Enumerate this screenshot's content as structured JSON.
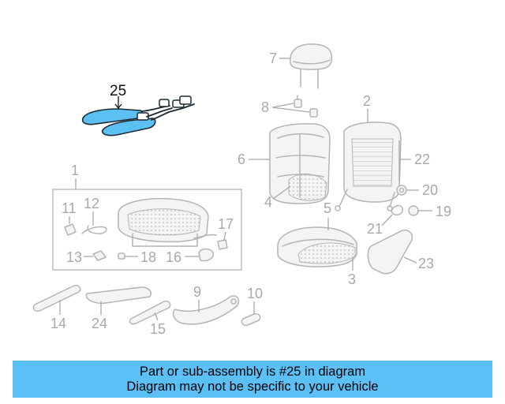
{
  "colors": {
    "highlight": "#5cc0f2",
    "banner_background": "#5ac0f6",
    "part_outline": "#b4b4b4",
    "label_gray": "#a9a9a9"
  },
  "diagram": {
    "highlighted_part": "25",
    "labels": {
      "p1": "1",
      "p2": "2",
      "p3": "3",
      "p4": "4",
      "p5": "5",
      "p6": "6",
      "p7": "7",
      "p8": "8",
      "p9": "9",
      "p10": "10",
      "p11": "11",
      "p12": "12",
      "p13": "13",
      "p14": "14",
      "p15": "15",
      "p16": "16",
      "p17": "17",
      "p18": "18",
      "p19": "19",
      "p20": "20",
      "p21": "21",
      "p22": "22",
      "p23": "23",
      "p24": "24",
      "p25": "25"
    }
  },
  "banner": {
    "line1": "Part or sub-assembly is #25 in diagram",
    "line2": "Diagram may not be specific to your vehicle"
  }
}
